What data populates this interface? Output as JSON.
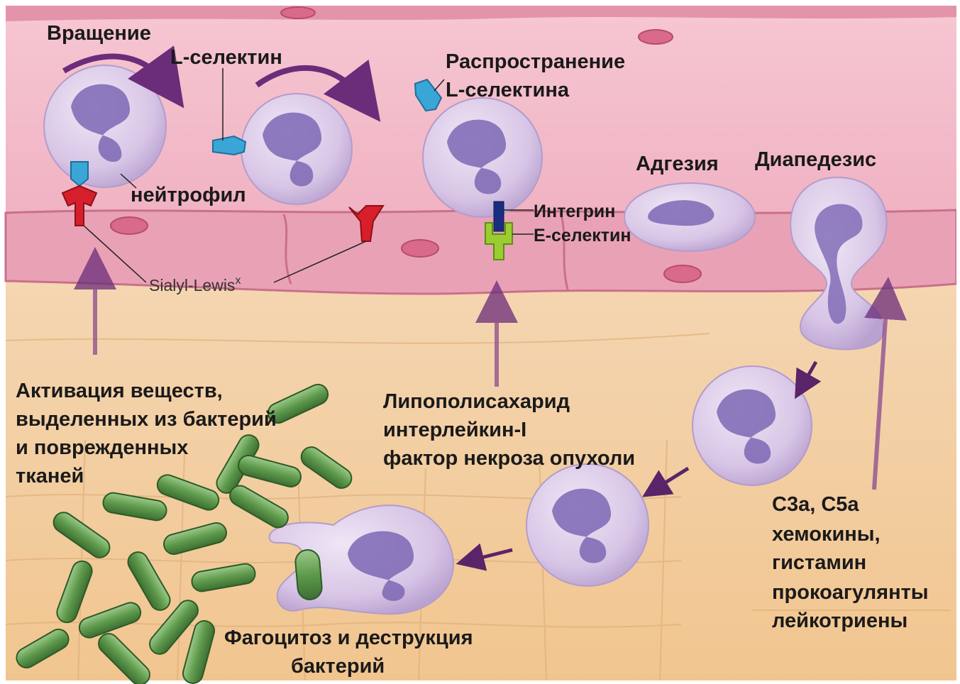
{
  "labels": {
    "rolling": "Вращение",
    "l_selectin": "L-селектин",
    "spread_line1": "Распространение",
    "spread_line2": "L-селектина",
    "neutrophil": "нейтрофил",
    "adhesion": "Адгезия",
    "diapedesis": "Диапедезис",
    "integrin": "Интегрин",
    "e_selectin": "E-селектин",
    "sialyl": "Sialyl-Lewis",
    "sialyl_sup": "x",
    "activation": [
      "Активация веществ,",
      "выделенных из бактерий",
      "и поврежденных",
      "тканей"
    ],
    "lps": [
      "Липополисахарид",
      "интерлейкин-I",
      "фактор некроза опухоли"
    ],
    "mediators": [
      "C3a, C5a",
      "хемокины,",
      "гистамин",
      "прокоагулянты",
      "лейкотриены"
    ],
    "phagocytosis": [
      "Фагоцитоз и деструкция",
      "бактерий"
    ]
  },
  "colors": {
    "vessel_lumen": "#f2b8c6",
    "vessel_wall": "#e9a2b5",
    "tissue": "#f3cf9e",
    "cell_body": "#d9c6e6",
    "nucleus": "#7c67b4",
    "selectin": "#3aa6d8",
    "sialyl_receptor": "#d61f2b",
    "integrin": "#1a2e80",
    "e_selectin": "#9acd32",
    "arrow": "#6b2c7a",
    "bacteria": "#5f9a4e"
  },
  "icons": [
    "neutrophil-cell",
    "bacterium-rod",
    "selectin-marker",
    "sialyl-lewis-receptor",
    "integrin-rod",
    "e-selectin-receptor",
    "curved-rolling-arrow",
    "migration-arrow"
  ]
}
